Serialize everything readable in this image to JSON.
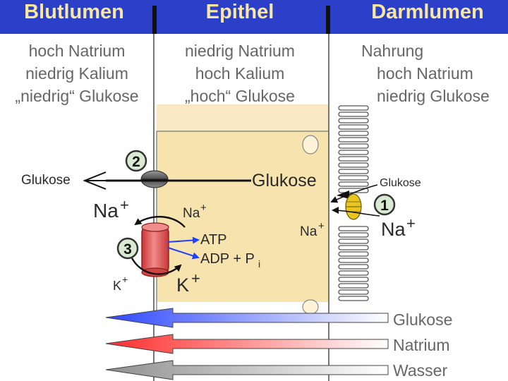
{
  "columns": {
    "blood": {
      "title": "Blutlumen",
      "lines": [
        "hoch Natrium",
        "niedrig Kalium",
        "„niedrig“ Glukose"
      ]
    },
    "epithelium": {
      "title": "Epithel",
      "lines": [
        "niedrig Natrium",
        "hoch Kalium",
        "„hoch“ Glukose"
      ]
    },
    "gut": {
      "title": "Darmlumen",
      "lines": [
        "Nahrung",
        "hoch Natrium",
        "niedrig Glukose"
      ]
    }
  },
  "diagram": {
    "marker_2": "2",
    "marker_3": "3",
    "marker_1": "1",
    "glucose_blood_label": "Glukose",
    "glucose_cell_label": "Glukose",
    "glucose_gut_label": "Glukose",
    "na_blood_label": "Na",
    "na_blood_sup": "+",
    "na_pump_label": "Na",
    "na_pump_sup": "+",
    "na_mid_label": "Na",
    "na_mid_sup": "+",
    "na_gut_label": "Na",
    "na_gut_sup": "+",
    "k_blood_label": "K",
    "k_blood_sup": "+",
    "k_cell_label": "K",
    "k_cell_sup": "+",
    "atp_label": "ATP",
    "adp_label": "ADP + P",
    "adp_sub": "i"
  },
  "gradients": [
    {
      "label": "Glukose",
      "color": "#2d46ff"
    },
    {
      "label": "Natrium",
      "color": "#ff2b2b"
    },
    {
      "label": "Wasser",
      "color": "#8f8f8f"
    }
  ],
  "colors": {
    "header_bg": "#2b3fc9",
    "header_text": "#f6e7a1",
    "cell_fill": "#f7e3ad",
    "pump_red": "#e24b4b",
    "transporter_yellow": "#e8c520"
  }
}
